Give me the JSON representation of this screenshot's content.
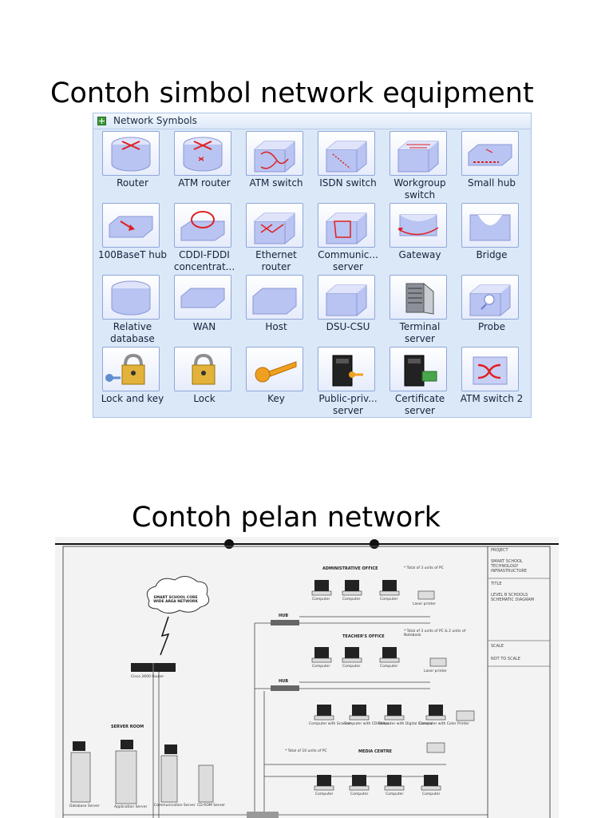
{
  "headings": {
    "symbols_title": "Contoh simbol network equipment",
    "plan_title": "Contoh pelan network"
  },
  "panel": {
    "title": "Network Symbols",
    "items": [
      {
        "label": "Router",
        "icon": "router-icon"
      },
      {
        "label": "ATM router",
        "icon": "atm-router-icon"
      },
      {
        "label": "ATM switch",
        "icon": "atm-switch-icon"
      },
      {
        "label": "ISDN switch",
        "icon": "isdn-switch-icon"
      },
      {
        "label": "Workgroup switch",
        "icon": "workgroup-switch-icon"
      },
      {
        "label": "Small hub",
        "icon": "small-hub-icon"
      },
      {
        "label": "100BaseT hub",
        "icon": "100baset-hub-icon"
      },
      {
        "label": "CDDI-FDDI concentrat...",
        "icon": "cddi-fddi-concentrator-icon"
      },
      {
        "label": "Ethernet router",
        "icon": "ethernet-router-icon"
      },
      {
        "label": "Communic... server",
        "icon": "communication-server-icon"
      },
      {
        "label": "Gateway",
        "icon": "gateway-icon"
      },
      {
        "label": "Bridge",
        "icon": "bridge-icon"
      },
      {
        "label": "Relative database",
        "icon": "database-icon"
      },
      {
        "label": "WAN",
        "icon": "wan-icon"
      },
      {
        "label": "Host",
        "icon": "host-icon"
      },
      {
        "label": "DSU-CSU",
        "icon": "dsu-csu-icon"
      },
      {
        "label": "Terminal server",
        "icon": "terminal-server-icon"
      },
      {
        "label": "Probe",
        "icon": "probe-icon"
      },
      {
        "label": "Lock and key",
        "icon": "lock-and-key-icon"
      },
      {
        "label": "Lock",
        "icon": "lock-icon"
      },
      {
        "label": "Key",
        "icon": "key-icon"
      },
      {
        "label": "Public-priv... server",
        "icon": "public-private-server-icon"
      },
      {
        "label": "Certificate server",
        "icon": "certificate-server-icon"
      },
      {
        "label": "ATM switch 2",
        "icon": "atm-switch-2-icon"
      }
    ]
  },
  "plan": {
    "cloud": "SMART SCHOOL CORE WIDE AREA NETWORK",
    "router": "Cisco 2600 Router",
    "hub1": "HUB",
    "hub2": "HUB",
    "admin_office": "ADMINISTRATIVE OFFICE",
    "admin_note": "* Total of 3 units of PC",
    "teachers_office": "TEACHER'S OFFICE",
    "teachers_note": "* Total of 3 units of PC & 2 units of Notebook",
    "server_room": "SERVER ROOM",
    "media_centre": "MEDIA CENTRE",
    "media_note": "* Total of 10 units of PC",
    "computer": "Computer",
    "laser_printer": "Laser printer",
    "comp_scanner": "Computer with Scanner",
    "comp_cdwriter": "Computer with CD-Writer",
    "comp_camera": "Computer with Digital Camera",
    "comp_printer": "Computer with Color Printer",
    "db_server": "Database Server",
    "app_server": "Application Server",
    "comm_server": "Communication Server",
    "cdrom_server": "CD-ROM Server",
    "title_block": {
      "project_label": "PROJECT",
      "project": "SMART SCHOOL TECHNOLOGY INFRASTRUCTURE",
      "title_label": "TITLE",
      "title": "LEVEL B SCHOOLS SCHEMATIC DIAGRAM",
      "scale_label": "SCALE",
      "scale": "NOT TO SCALE"
    }
  }
}
